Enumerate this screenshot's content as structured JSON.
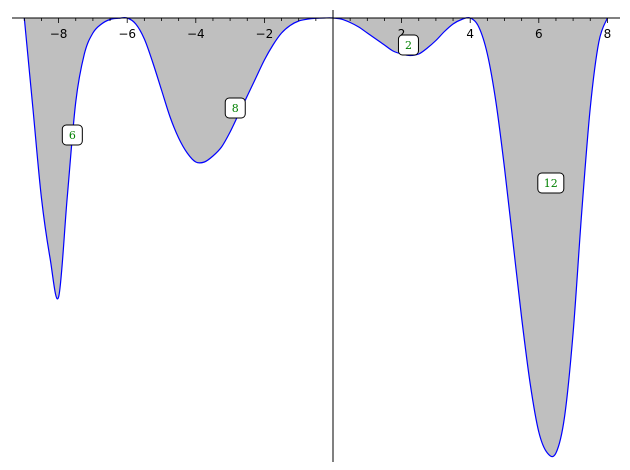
{
  "chart_data": {
    "type": "area",
    "title": "",
    "xlabel": "",
    "ylabel": "",
    "xlim": [
      -9.28,
      8.13
    ],
    "ylim": [
      -1.455,
      0.006
    ],
    "x_ticks": [
      -8,
      -6,
      -4,
      -2,
      0,
      2,
      4,
      6,
      8
    ],
    "x_tick_labels": [
      "−8",
      "−6",
      "−4",
      "−2",
      "",
      "2",
      "4",
      "6",
      "8"
    ],
    "grid": false,
    "curve": {
      "description": "y = -x^2 (x+6)^2 (x-4)^2 / (x^2+c)^2 scaled; zeros at -6, 0, 4",
      "x": [
        -9.0,
        -8.75,
        -8.5,
        -8.25,
        -8.0,
        -7.75,
        -7.5,
        -7.25,
        -7.0,
        -6.75,
        -6.5,
        -6.25,
        -6.0,
        -5.75,
        -5.5,
        -5.25,
        -5.0,
        -4.75,
        -4.5,
        -4.25,
        -4.0,
        -3.75,
        -3.5,
        -3.25,
        -3.0,
        -2.75,
        -2.5,
        -2.25,
        -2.0,
        -1.75,
        -1.5,
        -1.25,
        -1.0,
        -0.75,
        -0.5,
        -0.25,
        0.0,
        0.25,
        0.5,
        0.75,
        1.0,
        1.25,
        1.5,
        1.75,
        2.0,
        2.25,
        2.5,
        2.75,
        3.0,
        3.25,
        3.5,
        3.75,
        4.0,
        4.25,
        4.5,
        4.75,
        5.0,
        5.25,
        5.5,
        5.75,
        6.0,
        6.25,
        6.5,
        6.75,
        7.0,
        7.25,
        7.5,
        7.75,
        8.0
      ],
      "y": [
        -0.0,
        -0.3,
        -0.6,
        -0.8,
        -0.93,
        -0.6,
        -0.28,
        -0.12,
        -0.05,
        -0.02,
        -0.005,
        -0.001,
        0.0,
        -0.02,
        -0.07,
        -0.15,
        -0.24,
        -0.33,
        -0.4,
        -0.45,
        -0.48,
        -0.48,
        -0.46,
        -0.43,
        -0.38,
        -0.32,
        -0.26,
        -0.2,
        -0.14,
        -0.09,
        -0.05,
        -0.025,
        -0.01,
        -0.004,
        -0.001,
        -0.0,
        0.0,
        -0.004,
        -0.015,
        -0.03,
        -0.05,
        -0.07,
        -0.09,
        -0.11,
        -0.12,
        -0.125,
        -0.12,
        -0.1,
        -0.075,
        -0.045,
        -0.02,
        -0.005,
        0.0,
        -0.03,
        -0.12,
        -0.28,
        -0.5,
        -0.75,
        -1.0,
        -1.22,
        -1.38,
        -1.45,
        -1.45,
        -1.33,
        -1.05,
        -0.65,
        -0.3,
        -0.08,
        0.0
      ]
    },
    "fill_color": "#bfbfbf",
    "line_color": "#0000ff",
    "region_labels": [
      {
        "text": "6",
        "x": -7.6,
        "y": -0.39
      },
      {
        "text": "8",
        "x": -2.85,
        "y": -0.3
      },
      {
        "text": "2",
        "x": 2.2,
        "y": -0.09
      },
      {
        "text": "12",
        "x": 6.35,
        "y": -0.55
      }
    ]
  }
}
